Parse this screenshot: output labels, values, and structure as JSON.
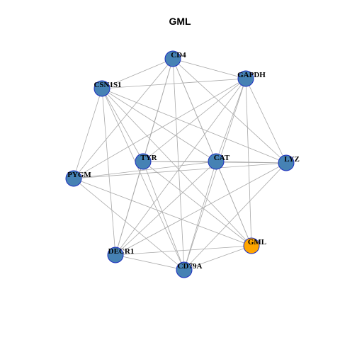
{
  "title": "GML",
  "colors": {
    "node_default": "#4682b4",
    "node_highlight": "#ffa500",
    "node_border": "#1f2fbf",
    "edge": "#a9a9a9"
  },
  "nodes": [
    {
      "id": "CD4",
      "label": "CD4",
      "highlight": false
    },
    {
      "id": "GAPDH",
      "label": "GAPDH",
      "highlight": false
    },
    {
      "id": "CSN1S1",
      "label": "CSN1S1",
      "highlight": false
    },
    {
      "id": "TYR",
      "label": "TYR",
      "highlight": false
    },
    {
      "id": "CAT",
      "label": "CAT",
      "highlight": false
    },
    {
      "id": "LYZ",
      "label": "LYZ",
      "highlight": false
    },
    {
      "id": "PYGM",
      "label": "PYGM",
      "highlight": false
    },
    {
      "id": "GML",
      "label": "GML",
      "highlight": true
    },
    {
      "id": "DECR1",
      "label": "DECR1",
      "highlight": false
    },
    {
      "id": "CD79A",
      "label": "CD79A",
      "highlight": false
    }
  ],
  "edges": [
    [
      "CD4",
      "GAPDH"
    ],
    [
      "CD4",
      "CSN1S1"
    ],
    [
      "CD4",
      "TYR"
    ],
    [
      "CD4",
      "CAT"
    ],
    [
      "CD4",
      "LYZ"
    ],
    [
      "CD4",
      "PYGM"
    ],
    [
      "CD4",
      "GML"
    ],
    [
      "CD4",
      "DECR1"
    ],
    [
      "CD4",
      "CD79A"
    ],
    [
      "GAPDH",
      "CSN1S1"
    ],
    [
      "GAPDH",
      "TYR"
    ],
    [
      "GAPDH",
      "CAT"
    ],
    [
      "GAPDH",
      "LYZ"
    ],
    [
      "GAPDH",
      "PYGM"
    ],
    [
      "GAPDH",
      "GML"
    ],
    [
      "GAPDH",
      "DECR1"
    ],
    [
      "GAPDH",
      "CD79A"
    ],
    [
      "CSN1S1",
      "TYR"
    ],
    [
      "CSN1S1",
      "CAT"
    ],
    [
      "CSN1S1",
      "LYZ"
    ],
    [
      "CSN1S1",
      "PYGM"
    ],
    [
      "CSN1S1",
      "GML"
    ],
    [
      "CSN1S1",
      "DECR1"
    ],
    [
      "CSN1S1",
      "CD79A"
    ],
    [
      "TYR",
      "CAT"
    ],
    [
      "TYR",
      "LYZ"
    ],
    [
      "TYR",
      "GML"
    ],
    [
      "TYR",
      "DECR1"
    ],
    [
      "TYR",
      "CD79A"
    ],
    [
      "CAT",
      "LYZ"
    ],
    [
      "CAT",
      "PYGM"
    ],
    [
      "CAT",
      "GML"
    ],
    [
      "CAT",
      "DECR1"
    ],
    [
      "CAT",
      "CD79A"
    ],
    [
      "LYZ",
      "PYGM"
    ],
    [
      "LYZ",
      "DECR1"
    ],
    [
      "LYZ",
      "CD79A"
    ],
    [
      "PYGM",
      "GML"
    ],
    [
      "PYGM",
      "CD79A"
    ],
    [
      "GML",
      "DECR1"
    ],
    [
      "GML",
      "CD79A"
    ],
    [
      "DECR1",
      "CD79A"
    ]
  ]
}
